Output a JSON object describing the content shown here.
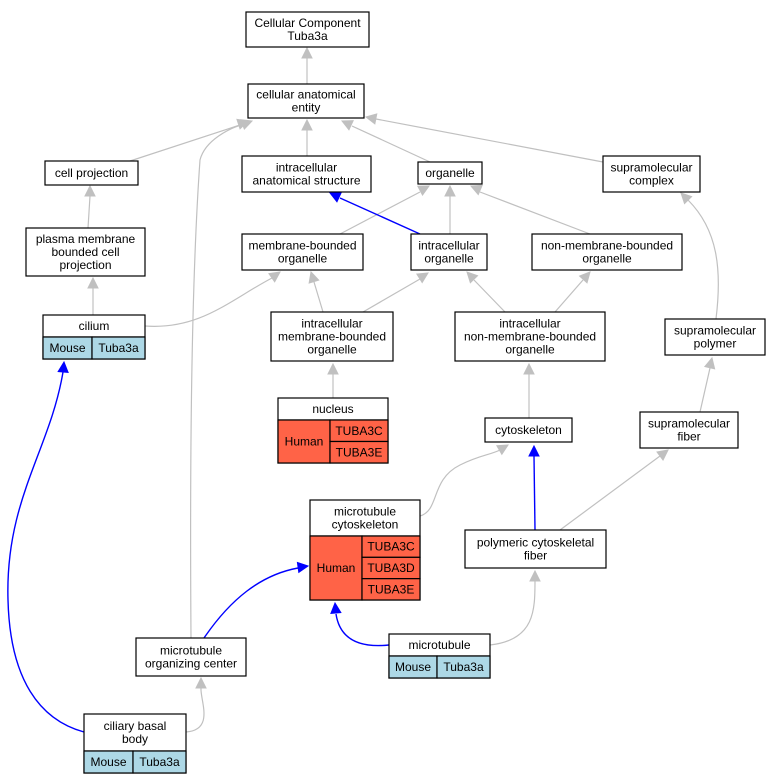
{
  "nodes": {
    "cellular_component": {
      "lines": [
        "Cellular Component",
        "Tuba3a"
      ]
    },
    "cellular_anatomical_entity": {
      "lines": [
        "cellular anatomical",
        "entity"
      ]
    },
    "cell_projection": {
      "lines": [
        "cell projection"
      ]
    },
    "intracellular_anatomical_structure": {
      "lines": [
        "intracellular",
        "anatomical structure"
      ]
    },
    "organelle": {
      "lines": [
        "organelle"
      ]
    },
    "supramolecular_complex": {
      "lines": [
        "supramolecular",
        "complex"
      ]
    },
    "plasma_membrane_bounded_cell_projection": {
      "lines": [
        "plasma membrane",
        "bounded cell",
        "projection"
      ]
    },
    "membrane_bounded_organelle": {
      "lines": [
        "membrane-bounded",
        "organelle"
      ]
    },
    "intracellular_organelle": {
      "lines": [
        "intracellular",
        "organelle"
      ]
    },
    "non_membrane_bounded_organelle": {
      "lines": [
        "non-membrane-bounded",
        "organelle"
      ]
    },
    "cilium": {
      "lines": [
        "cilium"
      ],
      "species": "Mouse",
      "genes": [
        "Tuba3a"
      ]
    },
    "intracellular_membrane_bounded_organelle": {
      "lines": [
        "intracellular",
        "membrane-bounded",
        "organelle"
      ]
    },
    "intracellular_non_membrane_bounded_organelle": {
      "lines": [
        "intracellular",
        "non-membrane-bounded",
        "organelle"
      ]
    },
    "supramolecular_polymer": {
      "lines": [
        "supramolecular",
        "polymer"
      ]
    },
    "nucleus": {
      "lines": [
        "nucleus"
      ],
      "species": "Human",
      "genes": [
        "TUBA3C",
        "TUBA3E"
      ]
    },
    "cytoskeleton": {
      "lines": [
        "cytoskeleton"
      ]
    },
    "supramolecular_fiber": {
      "lines": [
        "supramolecular",
        "fiber"
      ]
    },
    "microtubule_cytoskeleton": {
      "lines": [
        "microtubule",
        "cytoskeleton"
      ],
      "species": "Human",
      "genes": [
        "TUBA3C",
        "TUBA3D",
        "TUBA3E"
      ]
    },
    "polymeric_cytoskeletal_fiber": {
      "lines": [
        "polymeric cytoskeletal",
        "fiber"
      ]
    },
    "microtubule_organizing_center": {
      "lines": [
        "microtubule",
        "organizing center"
      ]
    },
    "microtubule": {
      "lines": [
        "microtubule"
      ],
      "species": "Mouse",
      "genes": [
        "Tuba3a"
      ]
    },
    "ciliary_basal_body": {
      "lines": [
        "ciliary basal",
        "body"
      ],
      "species": "Mouse",
      "genes": [
        "Tuba3a"
      ]
    }
  },
  "colors": {
    "edge_default": "#c0c0c0",
    "edge_highlight": "#0000ff",
    "mouse_fill": "#add8e6",
    "human_fill": "#ff6347"
  }
}
